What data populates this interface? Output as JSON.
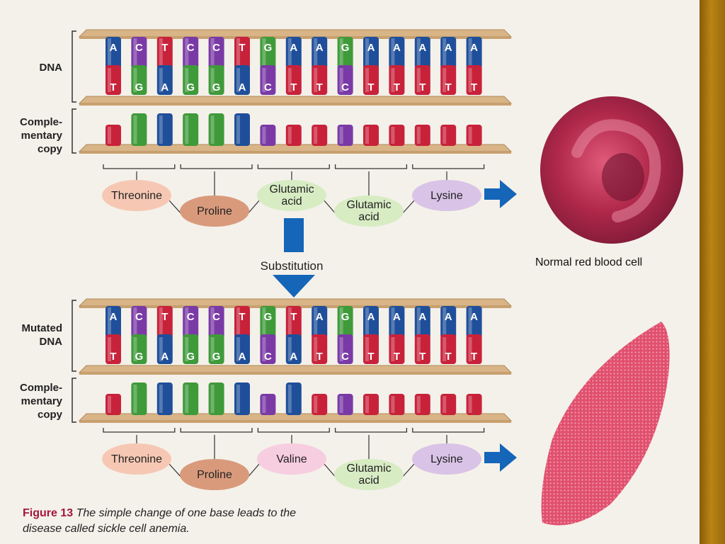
{
  "labels": {
    "dna": "DNA",
    "complementary": [
      "Comple-",
      "mentary",
      "copy"
    ],
    "mutated_dna": [
      "Mutated",
      "DNA"
    ]
  },
  "top_strand": {
    "upper": [
      "A",
      "C",
      "T",
      "C",
      "C",
      "T",
      "G",
      "A",
      "A",
      "G",
      "A",
      "A",
      "A",
      "A",
      "A"
    ],
    "lower": [
      "T",
      "G",
      "A",
      "G",
      "G",
      "A",
      "C",
      "T",
      "T",
      "C",
      "T",
      "T",
      "T",
      "T",
      "T"
    ]
  },
  "mutated_strand": {
    "upper": [
      "A",
      "C",
      "T",
      "C",
      "C",
      "T",
      "G",
      "T",
      "A",
      "G",
      "A",
      "A",
      "A",
      "A",
      "A"
    ],
    "lower": [
      "T",
      "G",
      "A",
      "G",
      "G",
      "A",
      "C",
      "A",
      "T",
      "C",
      "T",
      "T",
      "T",
      "T",
      "T"
    ]
  },
  "amino_acids_normal": [
    {
      "lines": [
        "Threonine"
      ],
      "color": "#f6c8b4"
    },
    {
      "lines": [
        "Proline"
      ],
      "color": "#d99a7c"
    },
    {
      "lines": [
        "Glutamic",
        "acid"
      ],
      "color": "#d8ecc4"
    },
    {
      "lines": [
        "Glutamic",
        "acid"
      ],
      "color": "#d8ecc4"
    },
    {
      "lines": [
        "Lysine"
      ],
      "color": "#d9c3e6"
    }
  ],
  "amino_acids_mutated": [
    {
      "lines": [
        "Threonine"
      ],
      "color": "#f6c8b4"
    },
    {
      "lines": [
        "Proline"
      ],
      "color": "#d99a7c"
    },
    {
      "lines": [
        "Valine"
      ],
      "color": "#f7cde0"
    },
    {
      "lines": [
        "Glutamic",
        "acid"
      ],
      "color": "#d8ecc4"
    },
    {
      "lines": [
        "Lysine"
      ],
      "color": "#d9c3e6"
    }
  ],
  "substitution_label": "Substitution",
  "normal_cell_label": "Normal red blood cell",
  "caption": {
    "figure": "Figure 13",
    "text_line1": "The simple change of one base leads to the",
    "text_line2": "disease called sickle cell anemia."
  },
  "colors": {
    "A": "#1f4f9a",
    "T": "#c8223a",
    "C": "#7a3aa6",
    "G": "#3f9a3a",
    "backbone": "#d8b487",
    "arrow": "#1565b8",
    "normal_cell": "#b0284a",
    "sickle_cell": "#e0506e"
  }
}
